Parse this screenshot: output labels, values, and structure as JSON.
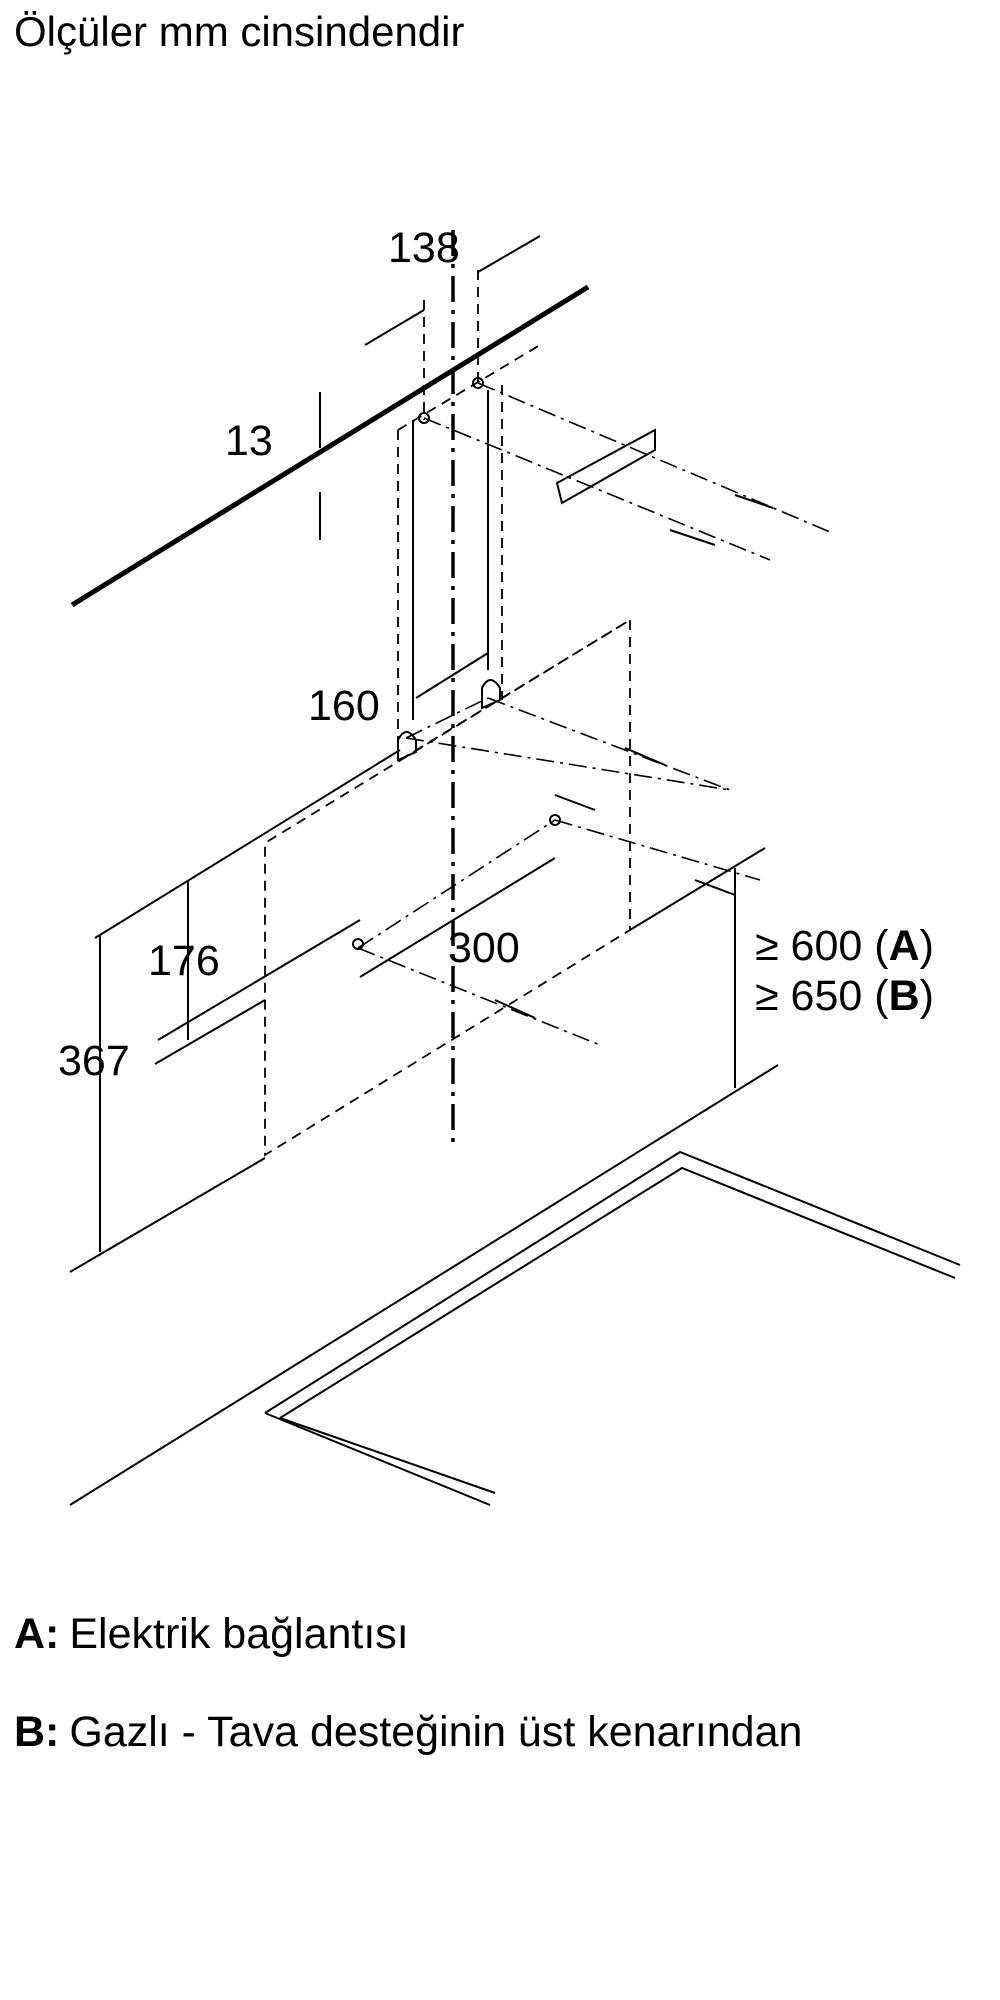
{
  "title": "Ölçüler mm cinsindendir",
  "dimensions": {
    "d138": "138",
    "d13": "13",
    "d160": "160",
    "d176": "176",
    "d300": "300",
    "d367": "367",
    "min_height_a_prefix": "≥ 600 (",
    "min_height_a_letter": "A",
    "min_height_a_suffix": ")",
    "min_height_b_prefix": "≥ 650 (",
    "min_height_b_letter": "B",
    "min_height_b_suffix": ")"
  },
  "legend": [
    {
      "key": "A:",
      "text": "Elektrik bağlantısı"
    },
    {
      "key": "B:",
      "text": "Gazlı - Tava desteğinin üst kenarından"
    }
  ]
}
